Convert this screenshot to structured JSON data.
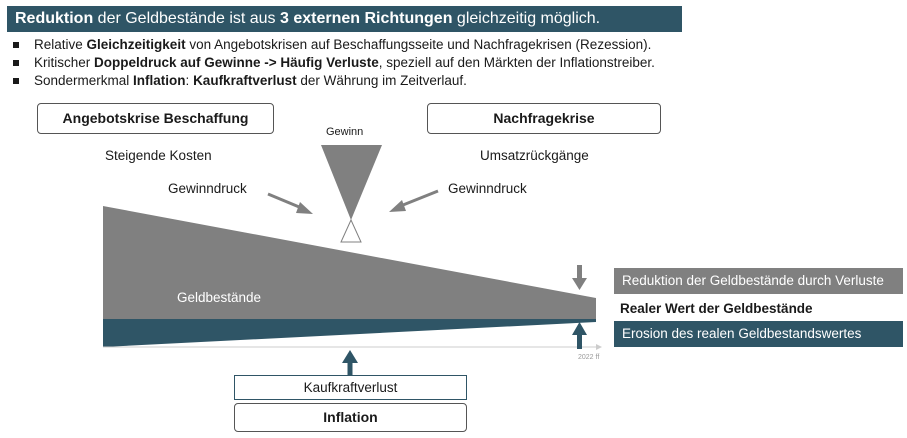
{
  "header": {
    "title_bold_1": "Reduktion",
    "title_text_1": " der Geldbestände ist aus ",
    "title_bold_2": "3 externen Richtungen",
    "title_text_2": " gleichzeitig möglich."
  },
  "bullets": [
    {
      "pre": "Relative ",
      "bold": "Gleichzeitigkeit",
      "post": " von Angebotskrisen auf Beschaffungsseite und Nachfragekrisen (Rezession)."
    },
    {
      "pre": "Kritischer ",
      "bold": "Doppeldruck auf Gewinne -> Häufig Verluste",
      "post": ", speziell auf den Märkten der Inflationstreiber."
    },
    {
      "pre": "Sondermerkmal ",
      "bold": "Inflation",
      "mid": ": ",
      "bold2": "Kaufkraftverlust",
      "post": " der Währung im Zeitverlauf."
    }
  ],
  "diagram": {
    "left_box": "Angebotskrise Beschaffung",
    "right_box": "Nachfragekrise",
    "left_sub": "Steigende Kosten",
    "right_sub": "Umsatzrückgänge",
    "gewinn": "Gewinn",
    "gewinndruck_left": "Gewinndruck",
    "gewinndruck_right": "Gewinndruck",
    "geldbestaende": "Geldbestände",
    "axis_label": "2022 ff",
    "kaufkraftverlust": "Kaufkraftverlust",
    "inflation": "Inflation"
  },
  "legend": {
    "reduktion": "Reduktion der Geldbestände durch Verluste",
    "realer_wert": "Realer Wert der Geldbestände",
    "erosion": "Erosion des realen Geldbestandswertes"
  },
  "colors": {
    "dark_teal": "#2f5566",
    "gray": "#808080"
  }
}
